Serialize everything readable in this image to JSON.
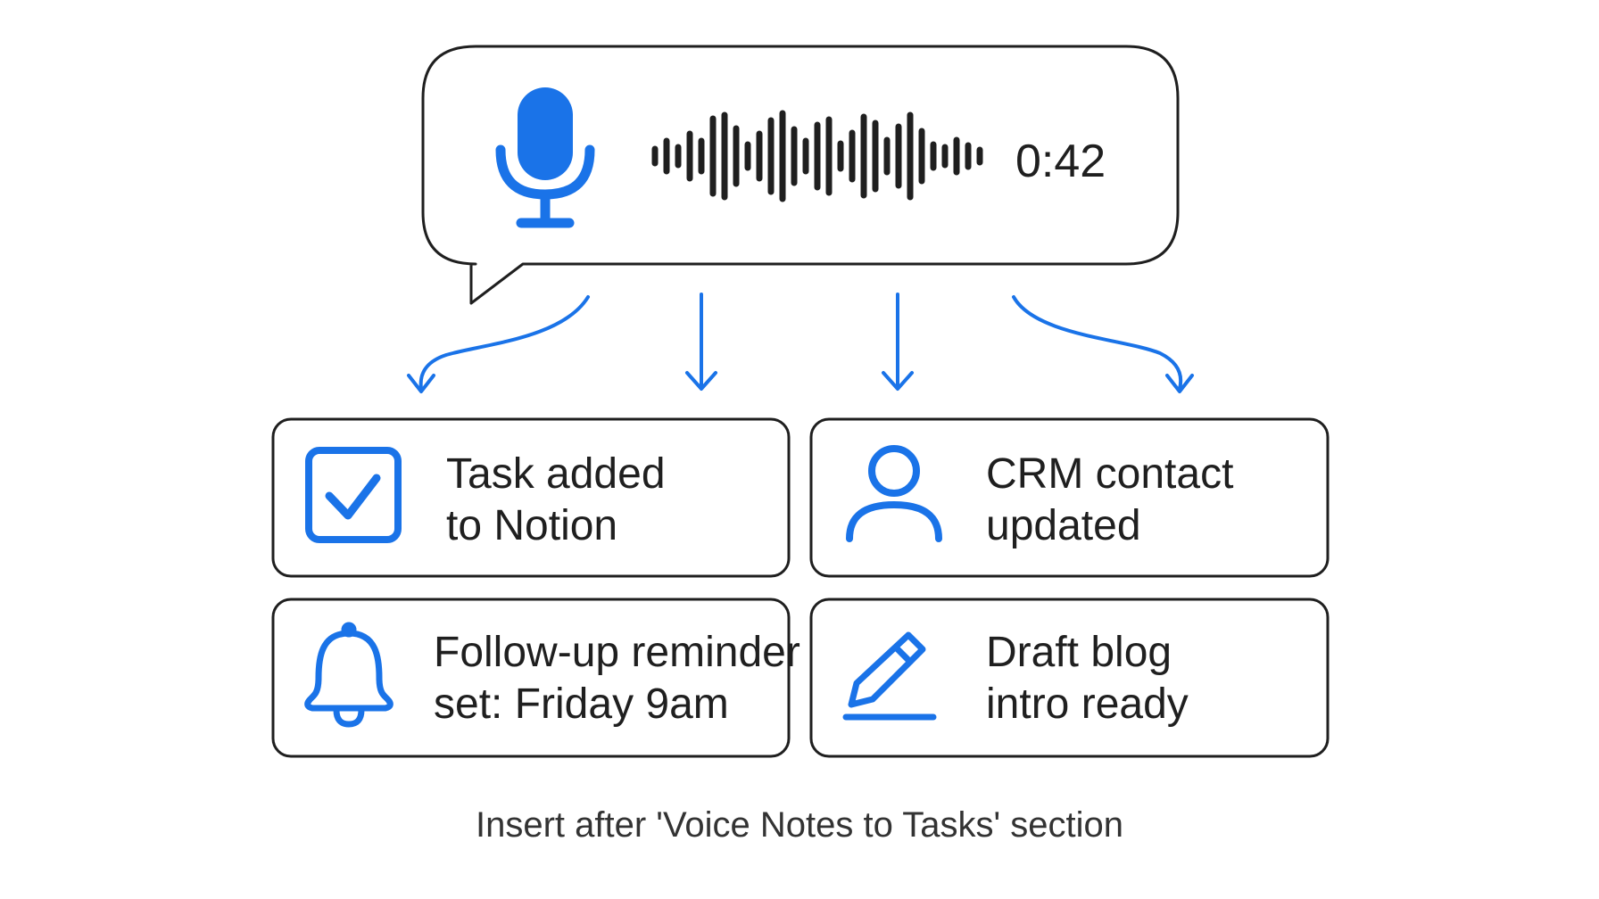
{
  "voice_note": {
    "duration": "0:42",
    "mic_icon": "microphone-icon",
    "waveform_icon": "audio-waveform-icon"
  },
  "outputs": [
    {
      "icon": "checkbox-checked-icon",
      "line1": "Task added",
      "line2": "to Notion"
    },
    {
      "icon": "user-icon",
      "line1": "CRM contact",
      "line2": "updated"
    },
    {
      "icon": "bell-icon",
      "line1": "Follow-up reminder",
      "line2": "set: Friday 9am"
    },
    {
      "icon": "pencil-icon",
      "line1": "Draft blog",
      "line2": "intro ready"
    }
  ],
  "caption": "Insert after 'Voice Notes to Tasks' section",
  "colors": {
    "accent": "#1a73e8",
    "stroke": "#1f1f1f",
    "text": "#1f1f1f",
    "background": "#ffffff"
  }
}
